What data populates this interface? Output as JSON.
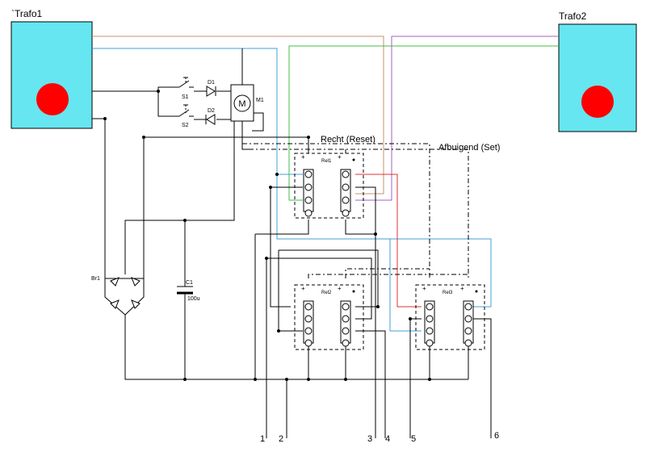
{
  "transformers": [
    {
      "label": "`Trafo1"
    },
    {
      "label": "Trafo2"
    }
  ],
  "components": {
    "switches": [
      "S1",
      "S2"
    ],
    "diodes": [
      "D1",
      "D2"
    ],
    "motor": {
      "label": "M1",
      "symbol": "M"
    },
    "bridge": "Br1",
    "capacitor": {
      "label": "C1",
      "value": "100u"
    },
    "relays": [
      "Rel1",
      "Rel2",
      "Rel3"
    ],
    "plus": "+"
  },
  "bus_labels": {
    "reset": "Recht (Reset)",
    "set": "Afbuigend (Set)"
  },
  "terminals": [
    "1",
    "2",
    "3",
    "4",
    "5",
    "6"
  ],
  "colors": {
    "transformer_fill": "#66e6f0",
    "indicator": "#ff0000",
    "wire_brown": "#c89070",
    "wire_blue": "#40a0d8",
    "wire_green": "#40c040",
    "wire_purple": "#a060c8",
    "wire_red": "#e03030"
  }
}
